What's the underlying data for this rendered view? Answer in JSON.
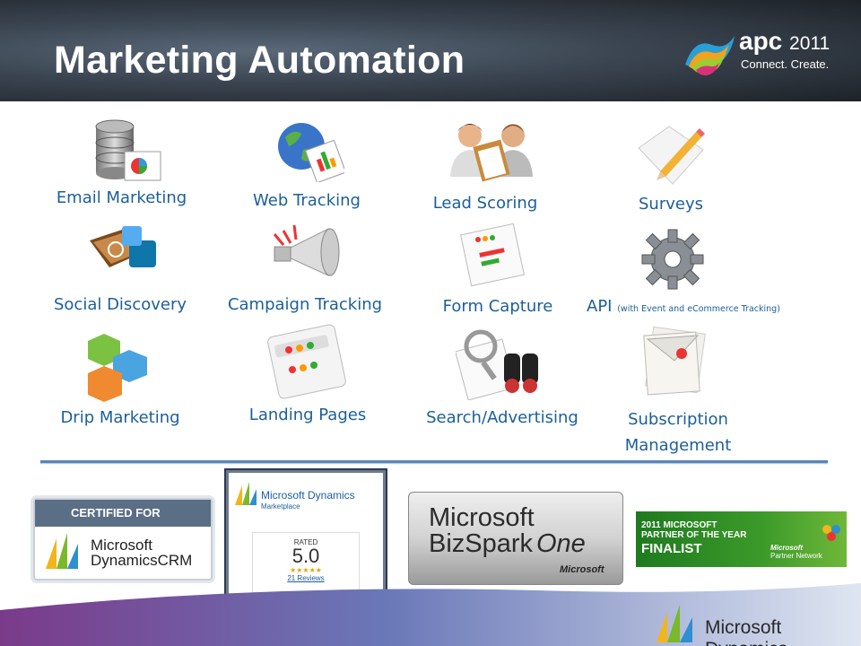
{
  "header": {
    "title": "Marketing Automation",
    "apc_brand": "apc",
    "apc_year": "2011",
    "apc_tagline": "Connect. Create."
  },
  "features": [
    {
      "label": "Email Marketing",
      "icon": "database-chart-icon"
    },
    {
      "label": "Web Tracking",
      "icon": "globe-chart-icon"
    },
    {
      "label": "Lead Scoring",
      "icon": "people-clipboard-icon"
    },
    {
      "label": "Surveys",
      "icon": "pencil-paper-icon"
    },
    {
      "label": "Social Discovery",
      "icon": "social-book-icon"
    },
    {
      "label": "Campaign Tracking",
      "icon": "megaphone-icon"
    },
    {
      "label": "Form Capture",
      "icon": "form-window-icon"
    },
    {
      "label": "API",
      "sub": "(with Event and eCommerce Tracking)",
      "icon": "gear-icon"
    },
    {
      "label": "Drip Marketing",
      "icon": "cubes-icon"
    },
    {
      "label": "Landing Pages",
      "icon": "landing-page-window-icon"
    },
    {
      "label": "Search/Advertising",
      "icon": "binoculars-icon"
    },
    {
      "label": "Subscription",
      "label2": "Management",
      "icon": "envelope-stack-icon"
    }
  ],
  "badges": {
    "crm": {
      "top": "CERTIFIED FOR",
      "line1": "Microsoft",
      "line2": "Dynamics",
      "line3": "CRM"
    },
    "marketplace": {
      "title": "Microsoft Dynamics",
      "subtitle": "Marketplace",
      "rated": "RATED",
      "score": "5.0",
      "stars": "★★★★★",
      "reviews": "21 Reviews"
    },
    "bizspark": {
      "line1": "Microsoft",
      "line2": "BizSpark",
      "line2b": "One",
      "maker": "Microsoft"
    },
    "partner": {
      "line1": "2011 MICROSOFT",
      "line2": "PARTNER OF THE YEAR",
      "line3": "FINALIST",
      "network1": "Microsoft",
      "network2": "Partner Network"
    }
  },
  "footer": {
    "brand": "Microsoft Dynamics"
  },
  "colors": {
    "label": "#1c5f99",
    "divider": "#5b86b8",
    "partner_green": "#2e8b2e"
  }
}
